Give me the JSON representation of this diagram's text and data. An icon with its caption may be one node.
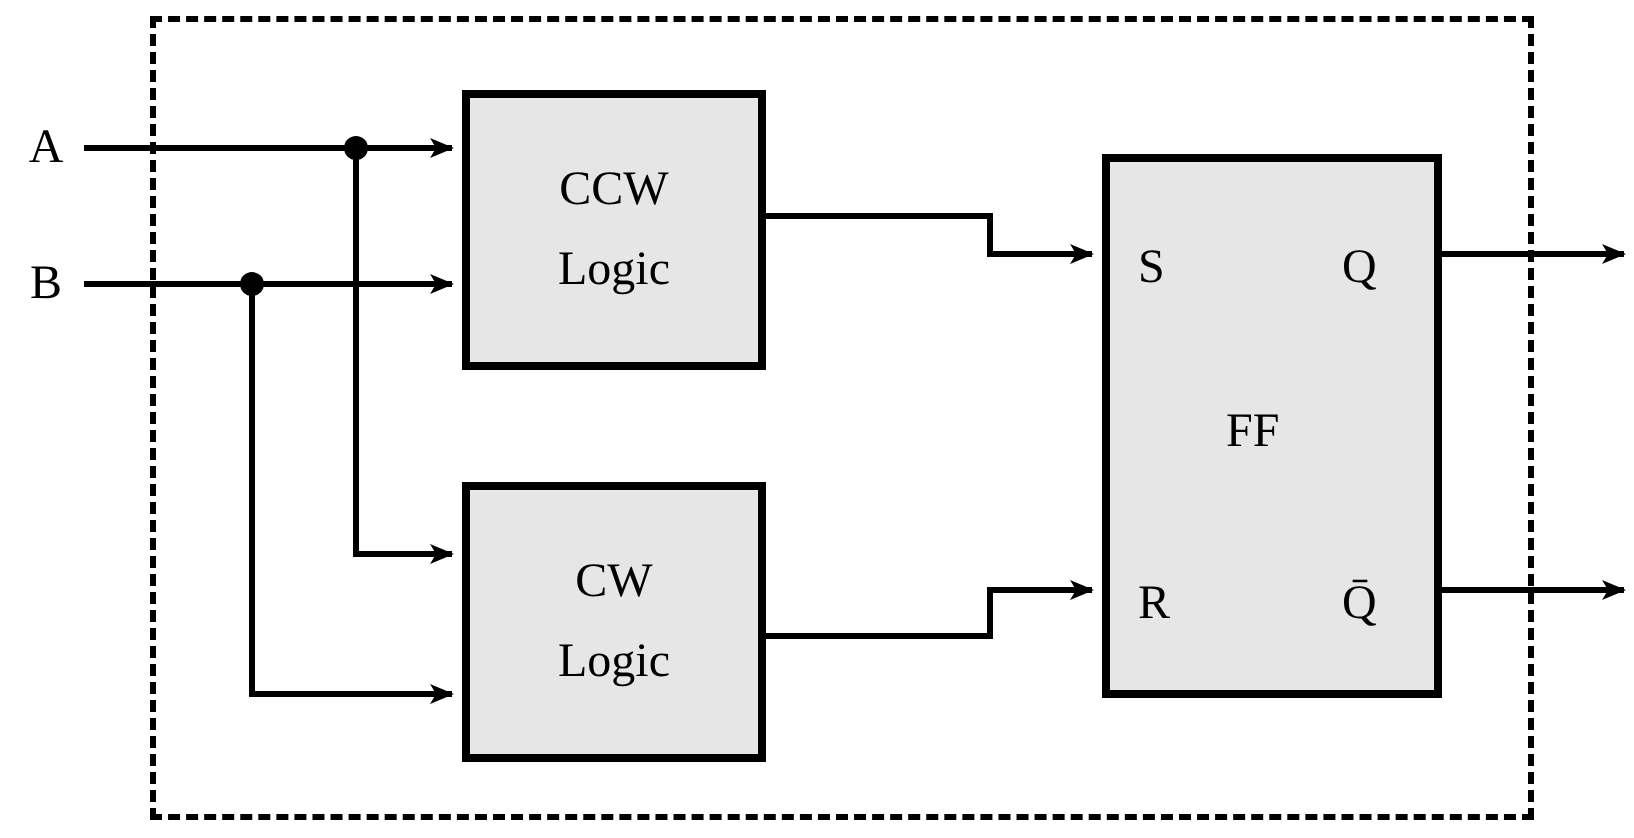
{
  "diagram": {
    "nodes": [
      {
        "text": [],
        "shape": "box"
      },
      {
        "text": [
          "A"
        ]
      },
      {
        "text": [
          "B"
        ]
      },
      {
        "text": [
          "CCW Logic"
        ],
        "in": 0
      },
      {
        "text": [
          "CW Logic"
        ],
        "in": 0
      },
      {
        "text": [
          "S",
          "Q",
          "FF",
          "R",
          "Q̄"
        ],
        "in": 0
      }
    ],
    "edges": [
      {
        "from": 1,
        "to": 3,
        "arrow": "to"
      },
      {
        "from": 1,
        "to": 4,
        "arrow": "to"
      },
      {
        "from": 2,
        "to": 3,
        "arrow": "to"
      },
      {
        "from": 2,
        "to": 4,
        "arrow": "to"
      },
      {
        "from": 3,
        "to": 5,
        "arrow": "to"
      },
      {
        "from": 4,
        "to": 5,
        "arrow": "to"
      },
      {
        "from": 5,
        "to": null,
        "arrow": "to"
      },
      {
        "from": 5,
        "to": null,
        "arrow": "to"
      }
    ]
  }
}
